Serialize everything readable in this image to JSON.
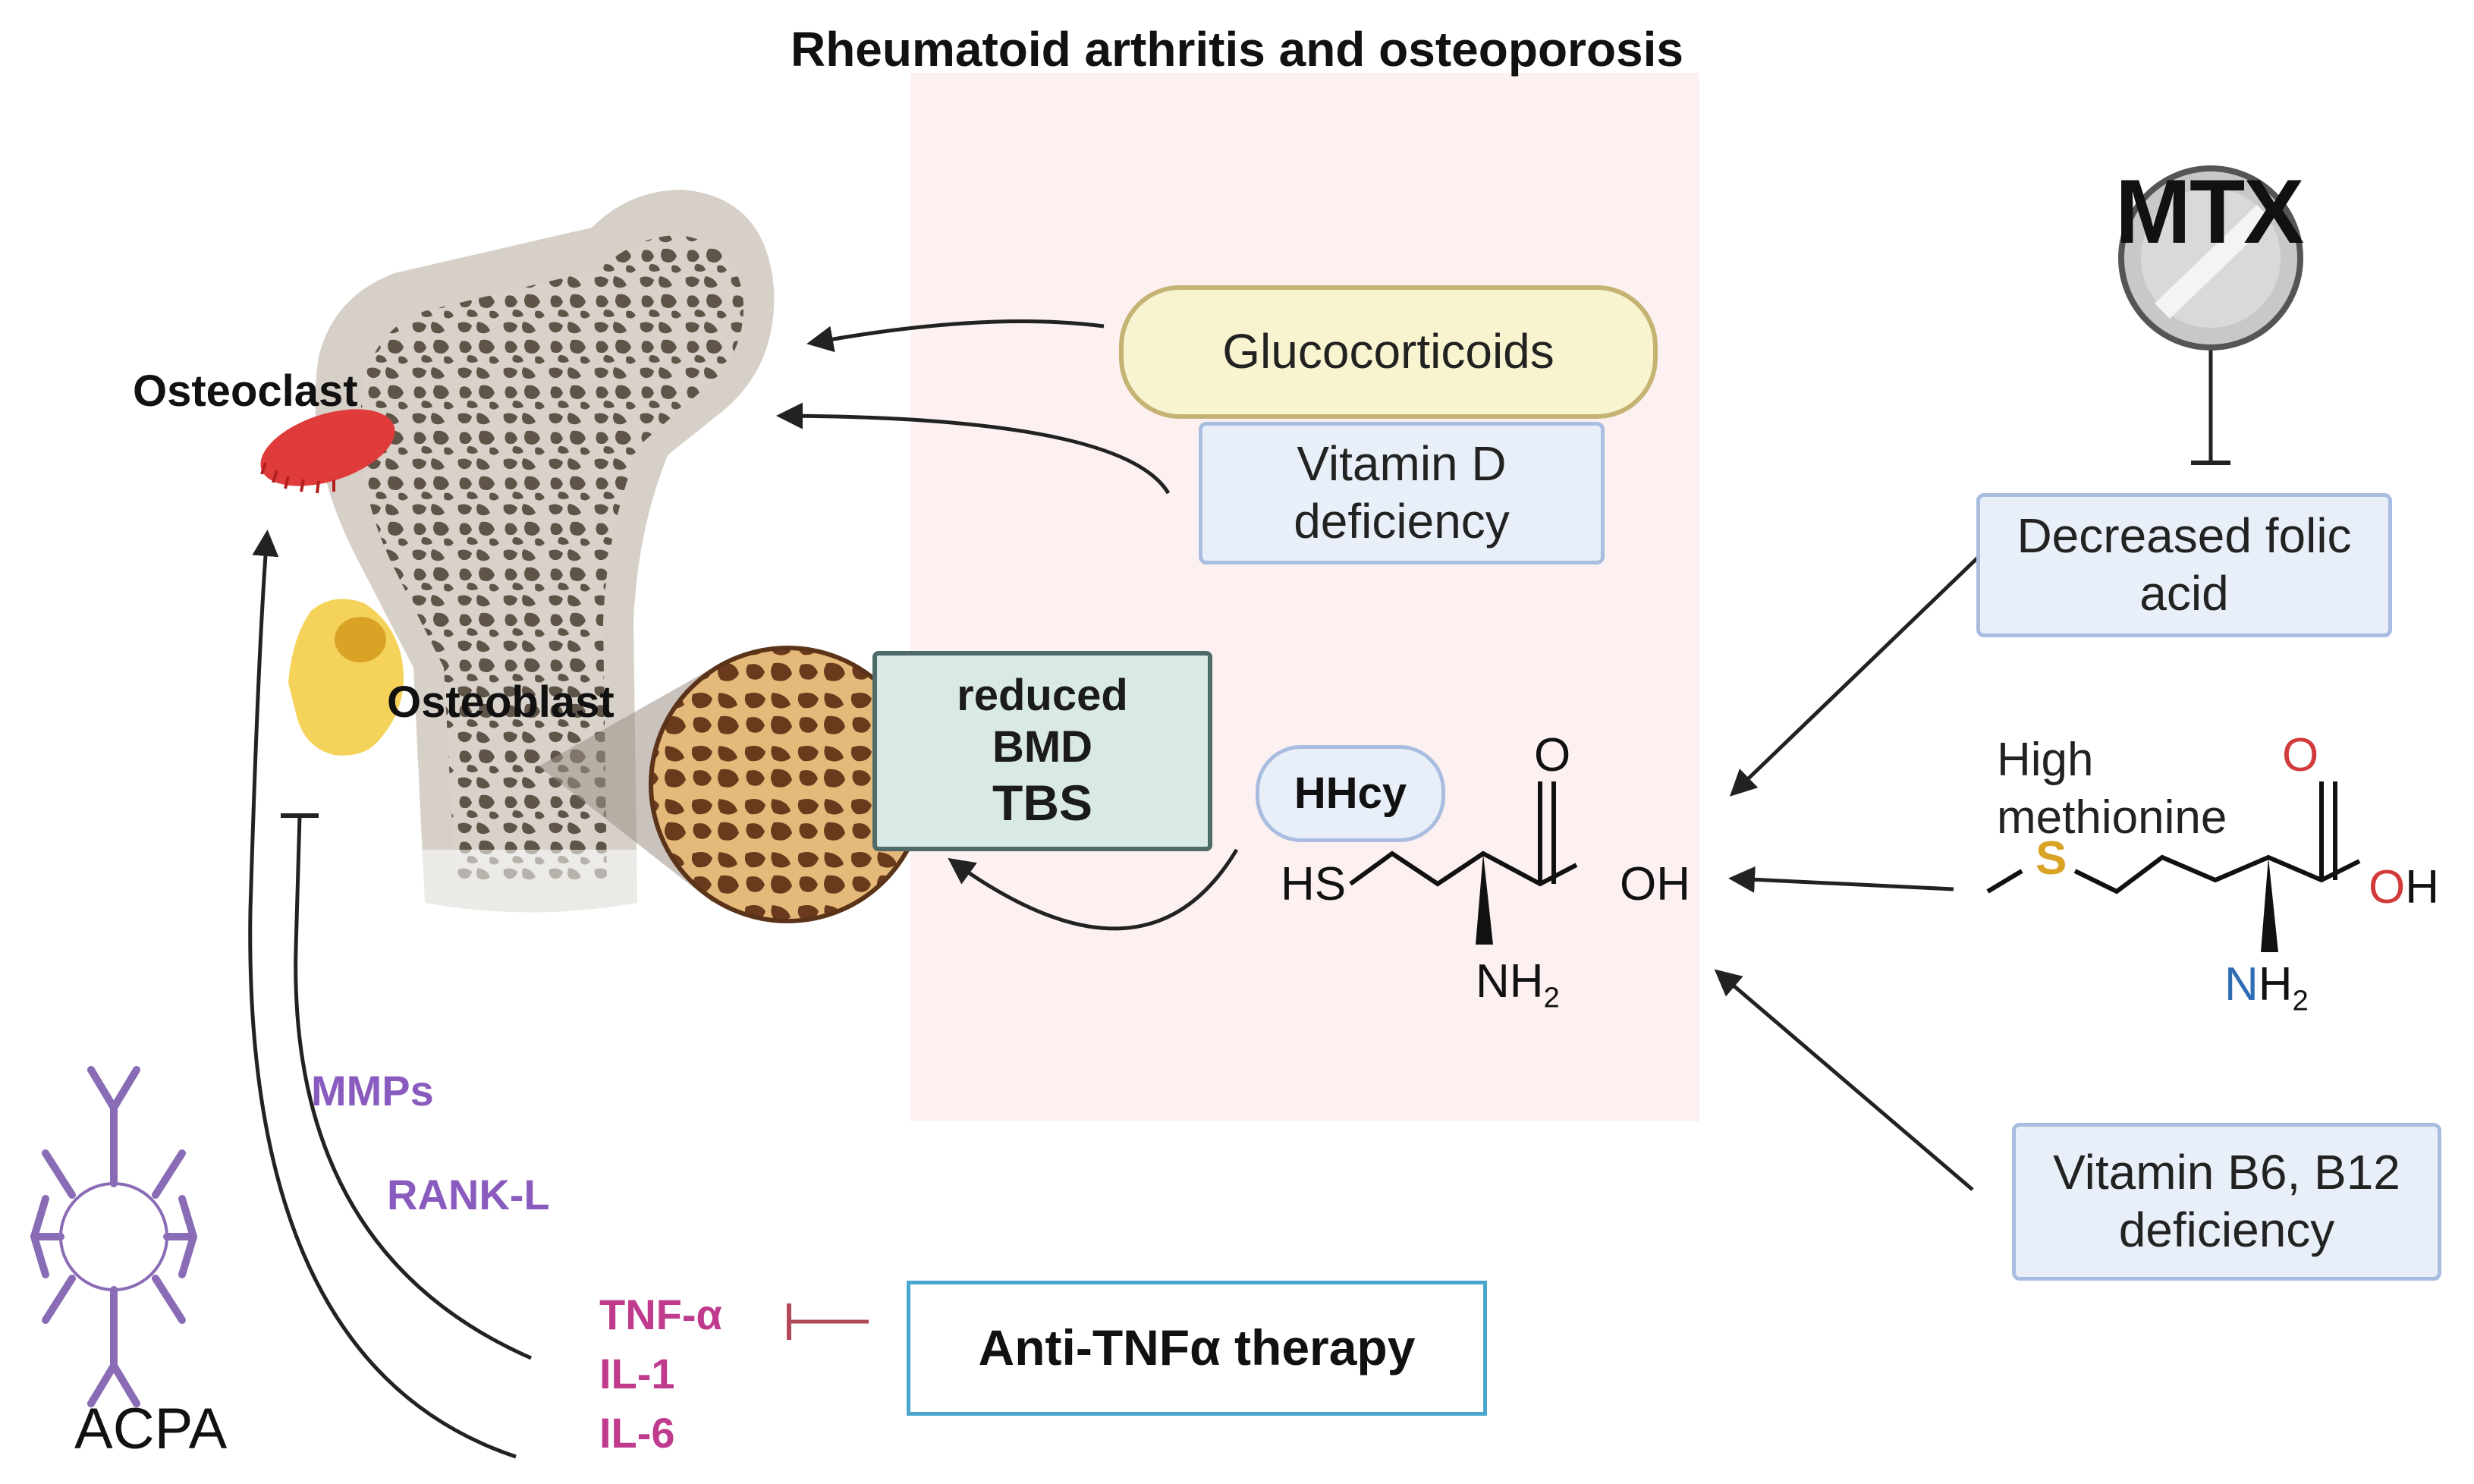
{
  "title": "Rheumatoid arthritis and osteoporosis",
  "labels": {
    "osteoclast": "Osteoclast",
    "osteoblast": "Osteoblast",
    "mtx": "MTX",
    "acpa": "ACPA",
    "high_methionine_line1": "High",
    "high_methionine_line2": "methionine"
  },
  "boxes": {
    "glucocorticoids": "Glucocorticoids",
    "vitamin_d_line1": "Vitamin D",
    "vitamin_d_line2": "deficiency",
    "decreased_folic_line1": "Decreased folic",
    "decreased_folic_line2": "acid",
    "vitamin_b_line1": "Vitamin B6, B12",
    "vitamin_b_line2": "deficiency",
    "bone_line1": "reduced",
    "bone_line2": "BMD",
    "bone_line3": "TBS",
    "hhcy": "HHcy",
    "anti_tnf": "Anti-TNFα therapy"
  },
  "mediators": {
    "mmps": "MMPs",
    "rankl": "RANK-L",
    "tnfa": "TNF-α",
    "il1": "IL-1",
    "il6": "IL-6"
  },
  "homocysteine": {
    "o": "O",
    "oh": "OH",
    "hs": "HS",
    "nh": "NH",
    "sub2": "2"
  },
  "methionine": {
    "o": "O",
    "oh": "OH",
    "s": "S",
    "n": "N",
    "h": "H",
    "sub2": "2"
  },
  "colors": {
    "pink_panel": "#fdf0f0",
    "bone": "#dcd6cf",
    "trabecular": "#5e5448",
    "osteoclast": "#e03b3b",
    "osteoblast": "#f5d35a",
    "arrow": "#222222",
    "inhibit_red": "#b04a5a",
    "purple": "#8a5bbf",
    "magenta": "#c03a8e",
    "sulfur": "#d9a326",
    "oxygen": "#d23b3b",
    "nitrogen": "#2f6db5"
  }
}
